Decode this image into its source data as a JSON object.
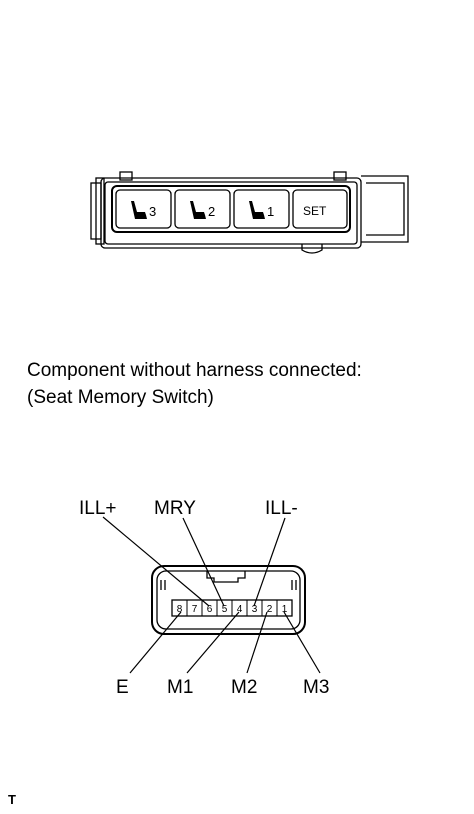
{
  "switch_panel": {
    "buttons": [
      {
        "label": "3",
        "icon": "seat-icon"
      },
      {
        "label": "2",
        "icon": "seat-icon"
      },
      {
        "label": "1",
        "icon": "seat-icon"
      },
      {
        "label": "SET"
      }
    ]
  },
  "caption": {
    "line1": "Component without harness connected:",
    "line2": "(Seat Memory Switch)"
  },
  "connector": {
    "pins": [
      "8",
      "7",
      "6",
      "5",
      "4",
      "3",
      "2",
      "1"
    ],
    "top_labels": {
      "ill_plus": "ILL+",
      "mry": "MRY",
      "ill_minus": "ILL-"
    },
    "bottom_labels": {
      "e": "E",
      "m1": "M1",
      "m2": "M2",
      "m3": "M3"
    }
  },
  "footer": {
    "mark": "T"
  }
}
